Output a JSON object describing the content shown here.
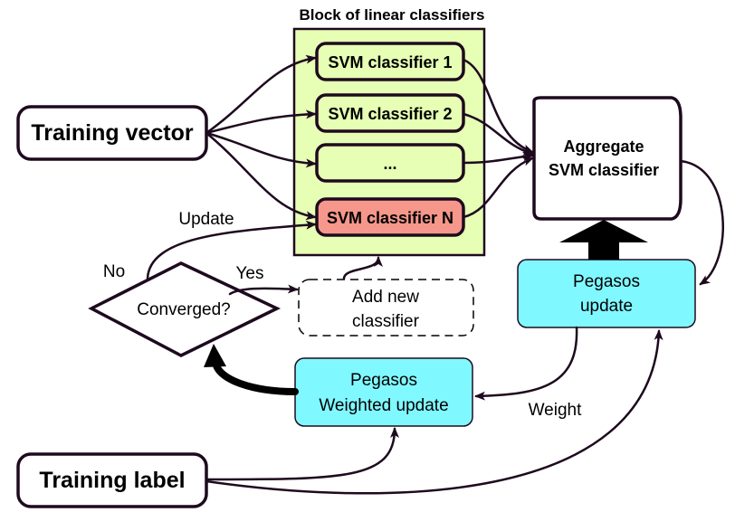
{
  "title": "Block of linear classifiers",
  "nodes": {
    "training_vector": "Training vector",
    "training_label": "Training label",
    "svm1": "SVM classifier 1",
    "svm2": "SVM classifier 2",
    "svm_dots": "...",
    "svmN": "SVM classifier N",
    "aggregate_line1": "Aggregate",
    "aggregate_line2": "SVM classifier",
    "pegasos_update_line1": "Pegasos",
    "pegasos_update_line2": "update",
    "pegasos_weighted_line1": "Pegasos",
    "pegasos_weighted_line2": "Weighted update",
    "converged": "Converged?",
    "add_new_line1": "Add new",
    "add_new_line2": "classifier"
  },
  "edge_labels": {
    "update": "Update",
    "no": "No",
    "yes": "Yes",
    "weight": "Weight"
  },
  "colors": {
    "block_fill": "#e6ffb4",
    "classifier_fill": "#e6ffb4",
    "highlight_fill": "#f5978a",
    "pegasos_fill": "#80f8ff",
    "stroke": "#1e0a1e"
  }
}
